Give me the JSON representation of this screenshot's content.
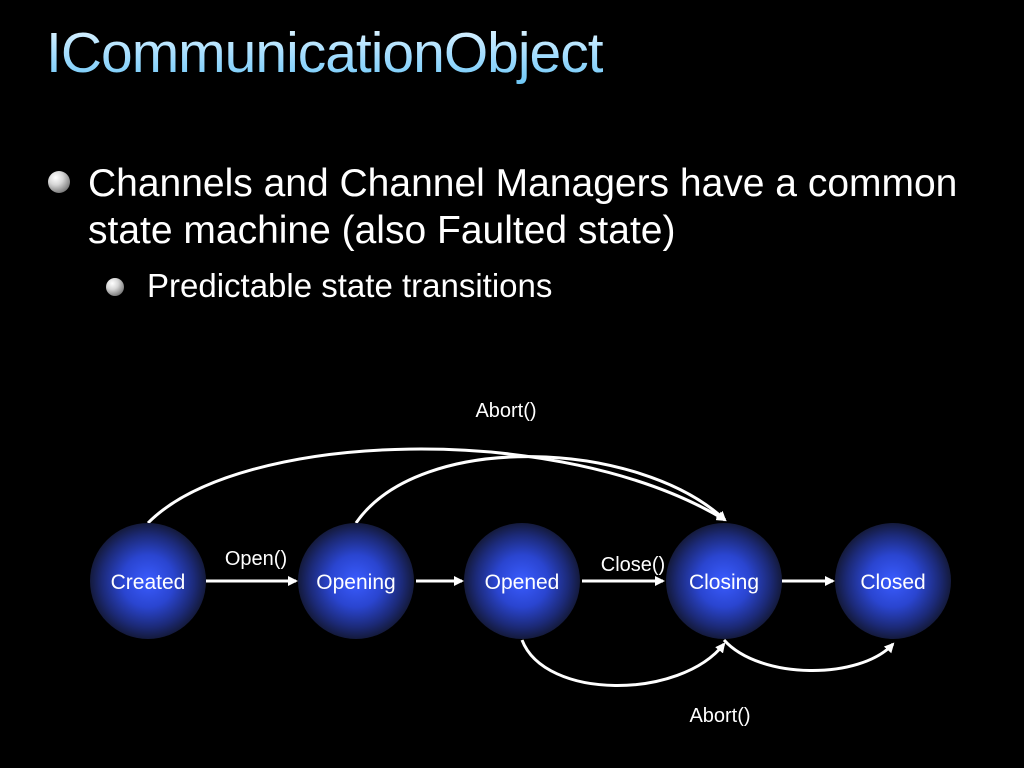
{
  "slide": {
    "title": "ICommunicationObject",
    "bullets": [
      {
        "text": "Channels and Channel Managers have a common state machine (also Faulted state)",
        "sub_bullets": [
          "Predictable state transitions"
        ]
      }
    ]
  },
  "diagram": {
    "states": [
      {
        "id": "created",
        "label": "Created"
      },
      {
        "id": "opening",
        "label": "Opening"
      },
      {
        "id": "opened",
        "label": "Opened"
      },
      {
        "id": "closing",
        "label": "Closing"
      },
      {
        "id": "closed",
        "label": "Closed"
      }
    ],
    "transitions": [
      {
        "from": "created",
        "to": "opening",
        "label": "Open()"
      },
      {
        "from": "opening",
        "to": "opened",
        "label": ""
      },
      {
        "from": "opened",
        "to": "closing",
        "label": "Close()"
      },
      {
        "from": "closing",
        "to": "closed",
        "label": ""
      },
      {
        "from": "created",
        "to": "closing",
        "label": "Abort()"
      },
      {
        "from": "opening",
        "to": "closing",
        "label": ""
      },
      {
        "from": "opened",
        "to": "closing",
        "label": "Abort()"
      },
      {
        "from": "closing",
        "to": "closed",
        "label": ""
      }
    ],
    "colors": {
      "node_center": "#2f4fe8",
      "node_edge": "#1a1f4a",
      "arrow": "#ffffff",
      "title": "#9fdcff"
    }
  }
}
